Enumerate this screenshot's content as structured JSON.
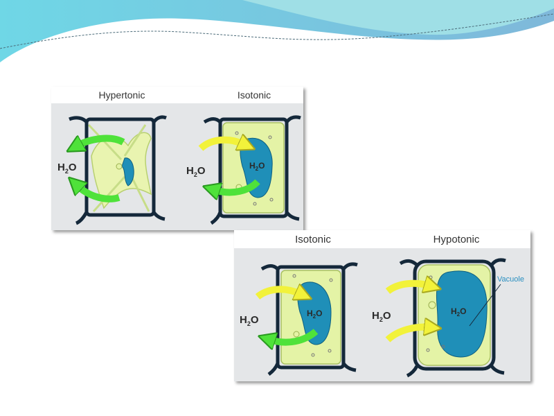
{
  "slide": {
    "panel_top": {
      "left_title": "Hypertonic",
      "right_title": "Isotonic"
    },
    "panel_bottom": {
      "left_title": "Isotonic",
      "right_title": "Hypotonic",
      "vacuole_label": "Vacuole"
    },
    "water": {
      "base": "H",
      "sub": "2",
      "tail": "O"
    },
    "colors": {
      "banner_dark": "#7fc4dc",
      "banner_light": "#9fdfe6",
      "panel_bg": "#e4e6e8",
      "cell_wall": "#14283a",
      "cytoplasm": "#e4f3a6",
      "vacuole": "#1f8fb8",
      "arrow_out": "#4fe23a",
      "arrow_in": "#f2f23a"
    }
  }
}
